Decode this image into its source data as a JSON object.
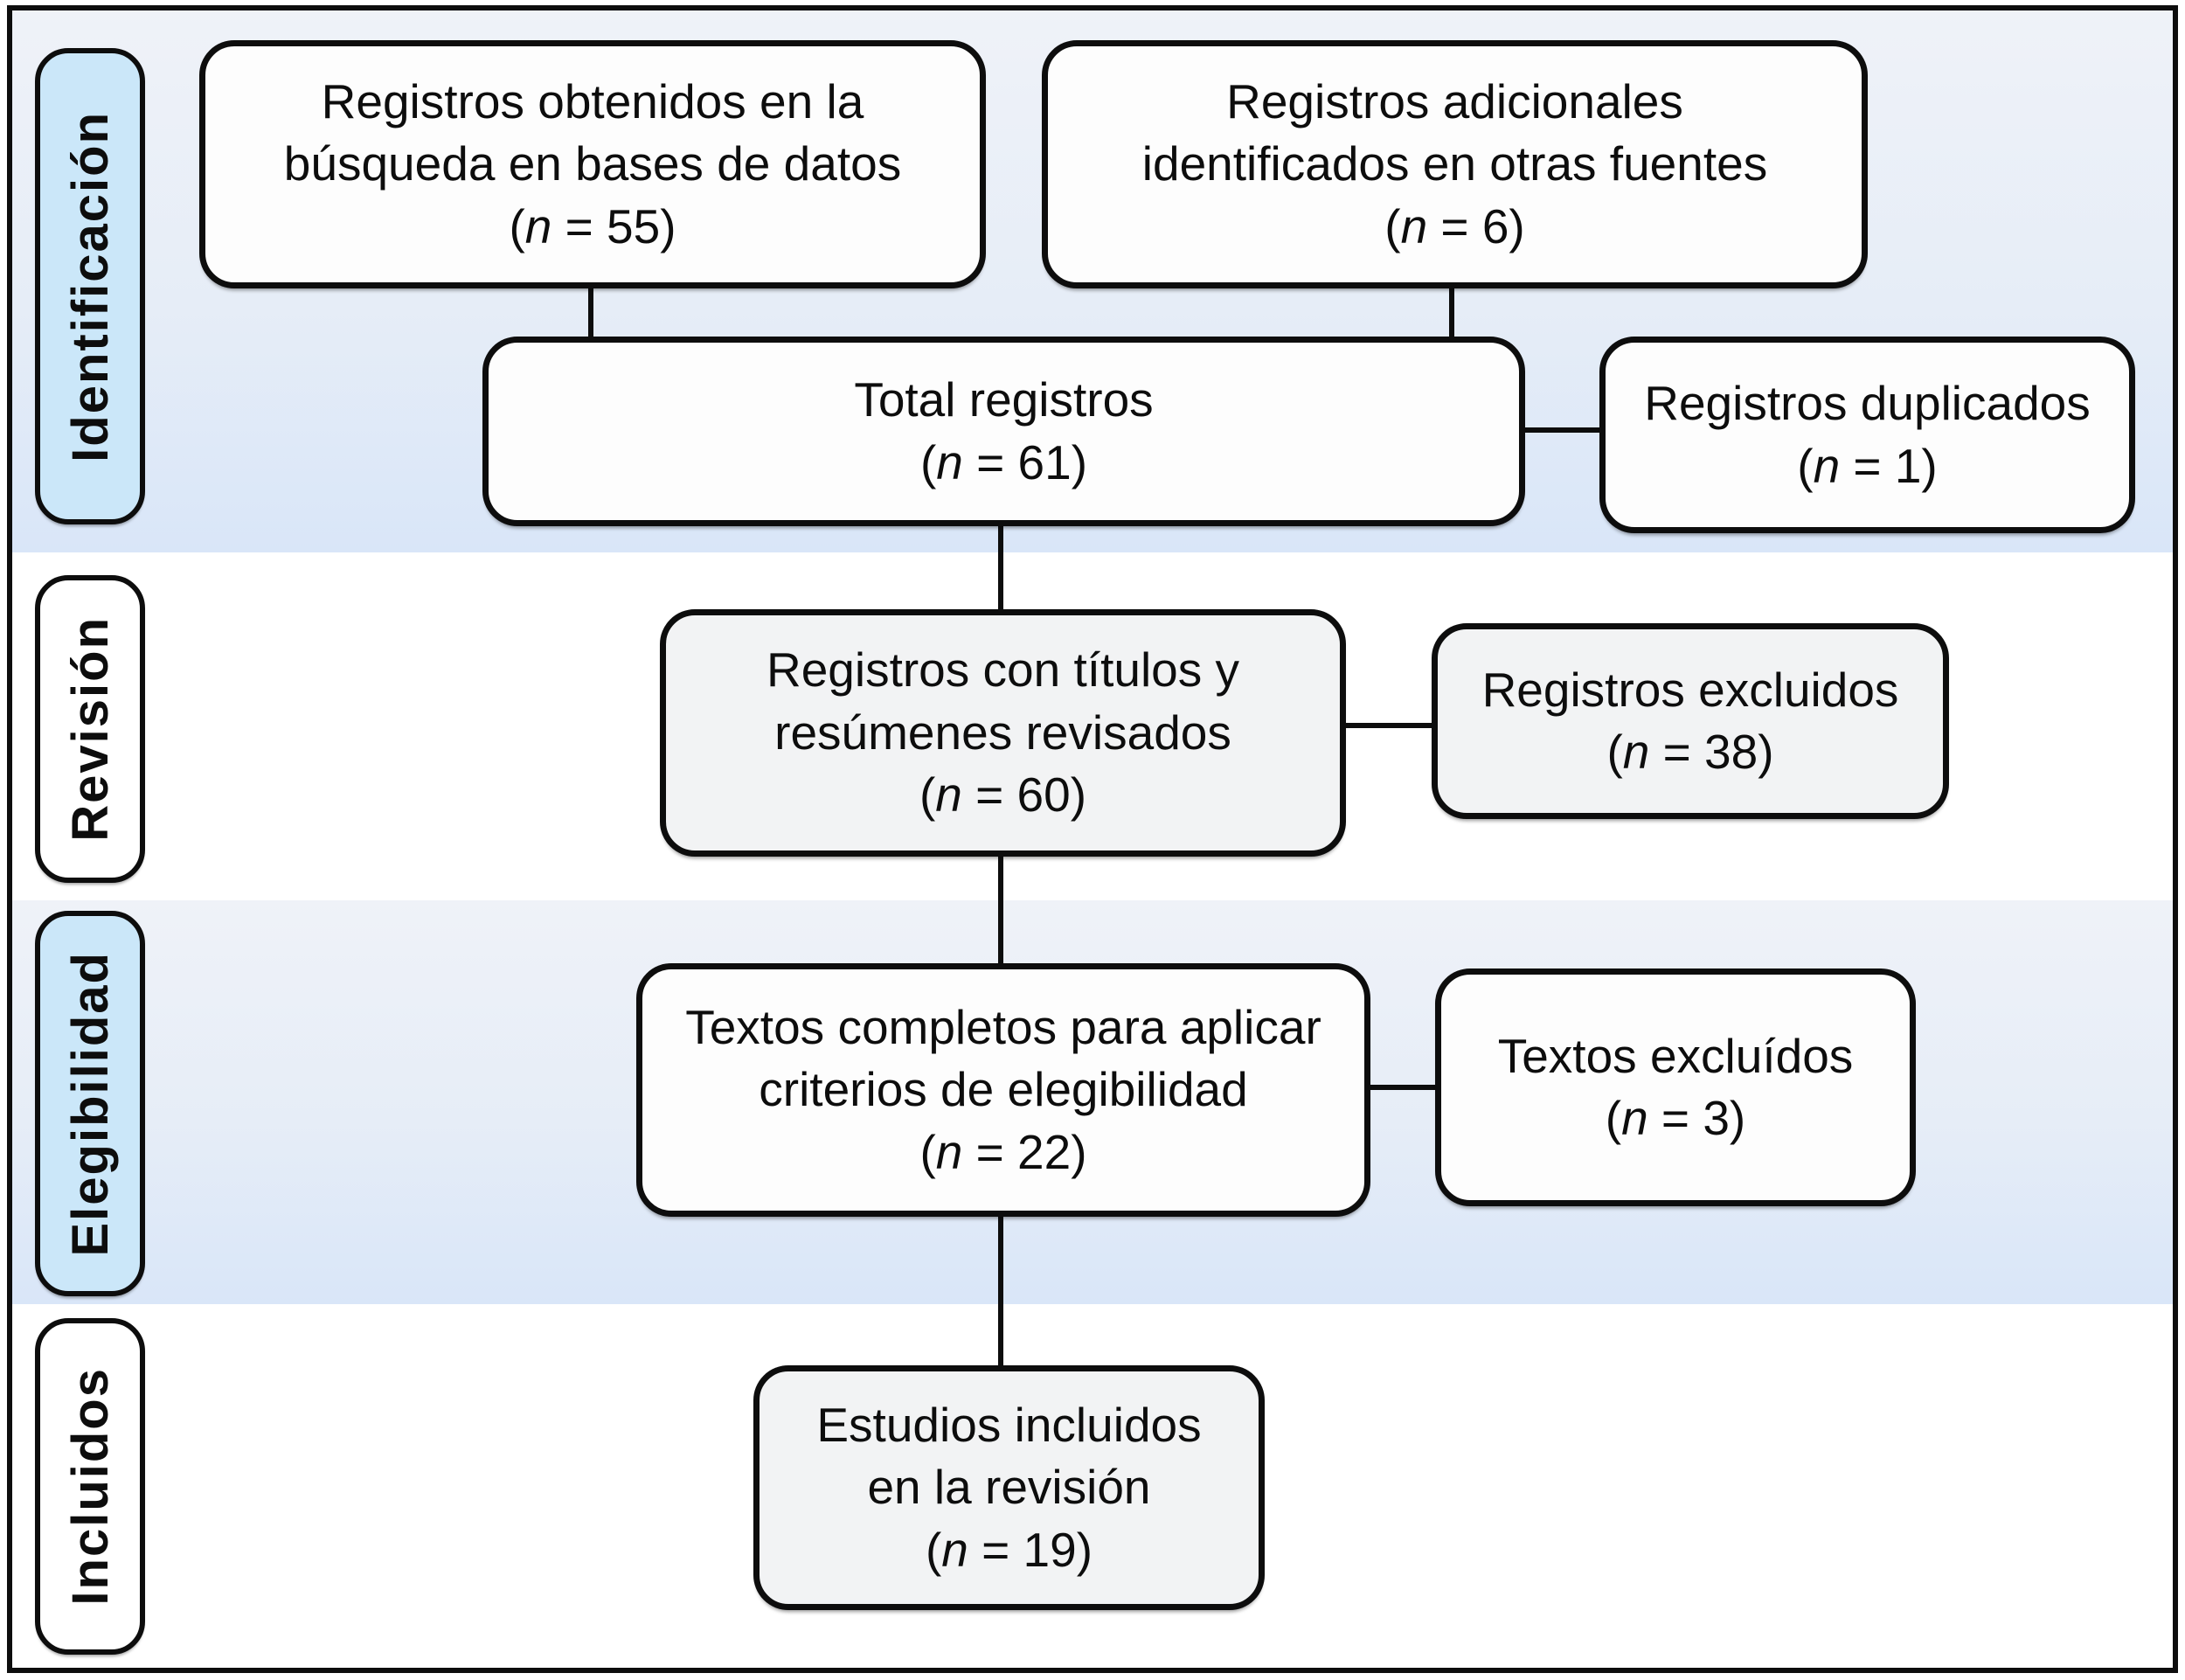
{
  "stages": [
    {
      "label": "Identificación"
    },
    {
      "label": "Revisión"
    },
    {
      "label": "Elegibilidad"
    },
    {
      "label": "Incluidos"
    }
  ],
  "boxes": {
    "search": {
      "line1": "Registros obtenidos en la",
      "line2": "búsqueda en bases de datos",
      "n": {
        "pre": "(",
        "var": "n",
        "post": " = 55)"
      }
    },
    "additional": {
      "line1": "Registros adicionales",
      "line2": "identificados en otras fuentes",
      "n": {
        "pre": "(",
        "var": "n",
        "post": " = 6)"
      }
    },
    "total": {
      "line1": "Total registros",
      "n": {
        "pre": "(",
        "var": "n",
        "post": " = 61)"
      }
    },
    "duplicates": {
      "line1": "Registros duplicados",
      "n": {
        "pre": "(",
        "var": "n",
        "post": " = 1)"
      }
    },
    "screened": {
      "line1": "Registros con títulos y",
      "line2": "resúmenes revisados",
      "n": {
        "pre": "(",
        "var": "n",
        "post": " = 60)"
      }
    },
    "records_excluded": {
      "line1": "Registros excluidos",
      "n": {
        "pre": "(",
        "var": "n",
        "post": " = 38)"
      }
    },
    "fulltext": {
      "line1": "Textos completos para aplicar",
      "line2": "criterios de elegibilidad",
      "n": {
        "pre": "(",
        "var": "n",
        "post": " = 22)"
      }
    },
    "texts_excluded": {
      "line1": "Textos excluídos",
      "n": {
        "pre": "(",
        "var": "n",
        "post": " = 3)"
      }
    },
    "included": {
      "line1": "Estudios incluidos",
      "line2": "en la revisión",
      "n": {
        "pre": "(",
        "var": "n",
        "post": " = 19)"
      }
    }
  },
  "colors": {
    "stage_label_blue": "#cbe7f9",
    "band_blue": "#e3ebf7",
    "band_white": "#ffffff",
    "box_fill_white": "#fdfdfd",
    "box_fill_gray": "#f2f3f4",
    "stroke": "#0d0d0d"
  }
}
